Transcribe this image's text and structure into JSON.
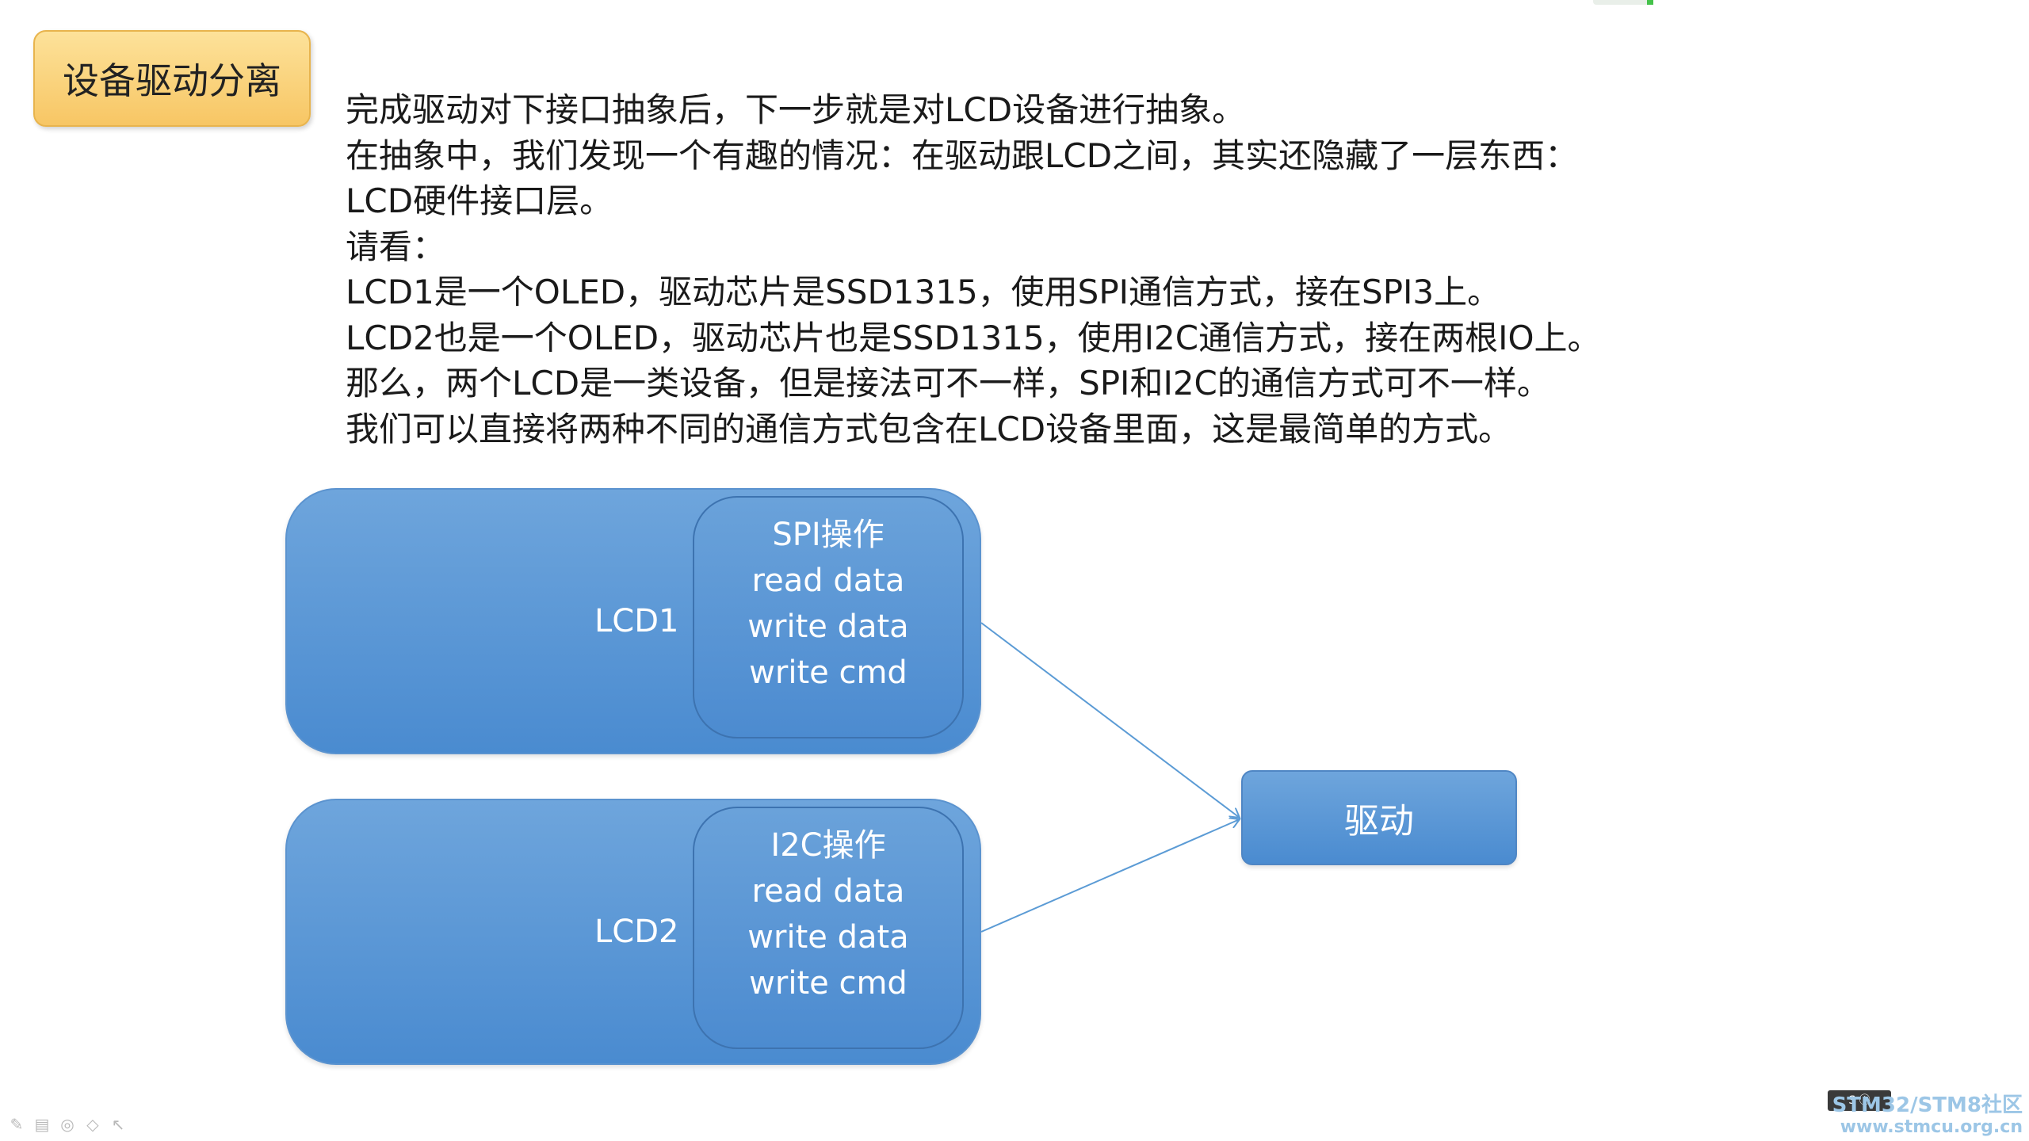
{
  "title": "设备驱动分离",
  "paragraph_lines": [
    "完成驱动对下接口抽象后，下一步就是对LCD设备进行抽象。",
    "在抽象中，我们发现一个有趣的情况：在驱动跟LCD之间，其实还隐藏了一层东西：",
    "LCD硬件接口层。",
    "请看：",
    "LCD1是一个OLED，驱动芯片是SSD1315，使用SPI通信方式，接在SPI3上。",
    "LCD2也是一个OLED，驱动芯片也是SSD1315，使用I2C通信方式，接在两根IO上。",
    "那么，两个LCD是一类设备，但是接法可不一样，SPI和I2C的通信方式可不一样。",
    "我们可以直接将两种不同的通信方式包含在LCD设备里面，这是最简单的方式。"
  ],
  "diagram": {
    "lcd1": {
      "label": "LCD1",
      "ops": [
        "SPI操作",
        "read data",
        "write data",
        "write cmd"
      ]
    },
    "lcd2": {
      "label": "LCD2",
      "ops": [
        "I2C操作",
        "read data",
        "write data",
        "write cmd"
      ]
    },
    "driver": {
      "label": "驱动"
    },
    "colors": {
      "box_fill": "#5b9bd5",
      "box_border": "#3d73b0",
      "connector": "#5b9bd5",
      "title_fill": "#f9cf72"
    }
  },
  "watermark": {
    "badge": "S ⓘ",
    "line1": "STM32/STM8社区",
    "line2": "www.stmcu.org.cn"
  },
  "toolbar_icons": [
    "pen-icon",
    "slides-icon",
    "pointer-circle-icon",
    "eraser-icon",
    "cursor-icon"
  ]
}
